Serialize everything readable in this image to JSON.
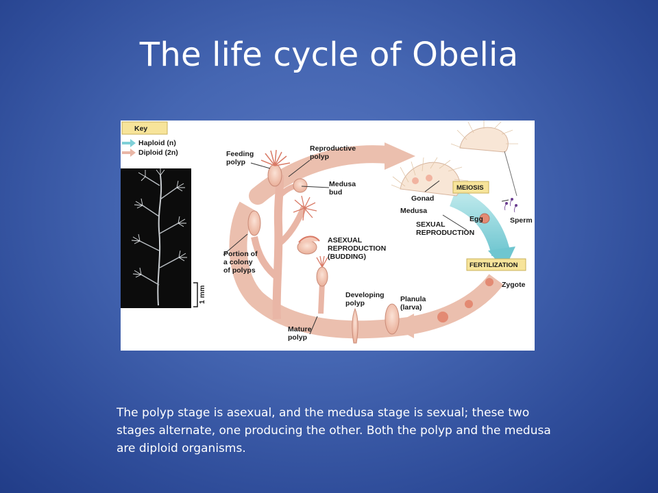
{
  "slide": {
    "title": "The life cycle of Obelia",
    "caption": "The polyp stage is asexual, and the medusa stage is sexual; these two stages alternate, one producing the other. Both the polyp and the medusa are diploid organisms."
  },
  "figure": {
    "key": {
      "title": "Key",
      "haploid": "Haploid (n)",
      "diploid": "Diploid (2n)"
    },
    "scale_bar": "1 mm",
    "labels": {
      "feeding_polyp_1": "Feeding",
      "feeding_polyp_2": "polyp",
      "reproductive_polyp_1": "Reproductive",
      "reproductive_polyp_2": "polyp",
      "medusa_bud_1": "Medusa",
      "medusa_bud_2": "bud",
      "portion_1": "Portion of",
      "portion_2": "a colony",
      "portion_3": "of polyps",
      "asexual_1": "ASEXUAL",
      "asexual_2": "REPRODUCTION",
      "asexual_3": "(BUDDING)",
      "gonad": "Gonad",
      "medusa": "Medusa",
      "meiosis": "MEIOSIS",
      "egg": "Egg",
      "sperm": "Sperm",
      "sexual_1": "SEXUAL",
      "sexual_2": "REPRODUCTION",
      "fertilization": "FERTILIZATION",
      "zygote": "Zygote",
      "developing_1": "Developing",
      "developing_2": "polyp",
      "planula_1": "Planula",
      "planula_2": "(larva)",
      "mature_1": "Mature",
      "mature_2": "polyp"
    },
    "colors": {
      "haploid": "#7fd0d8",
      "diploid": "#e9b6a6",
      "key_background": "#f7e49a",
      "meiosis_background": "#f7e49a",
      "fertilization_background": "#f7e49a"
    }
  }
}
